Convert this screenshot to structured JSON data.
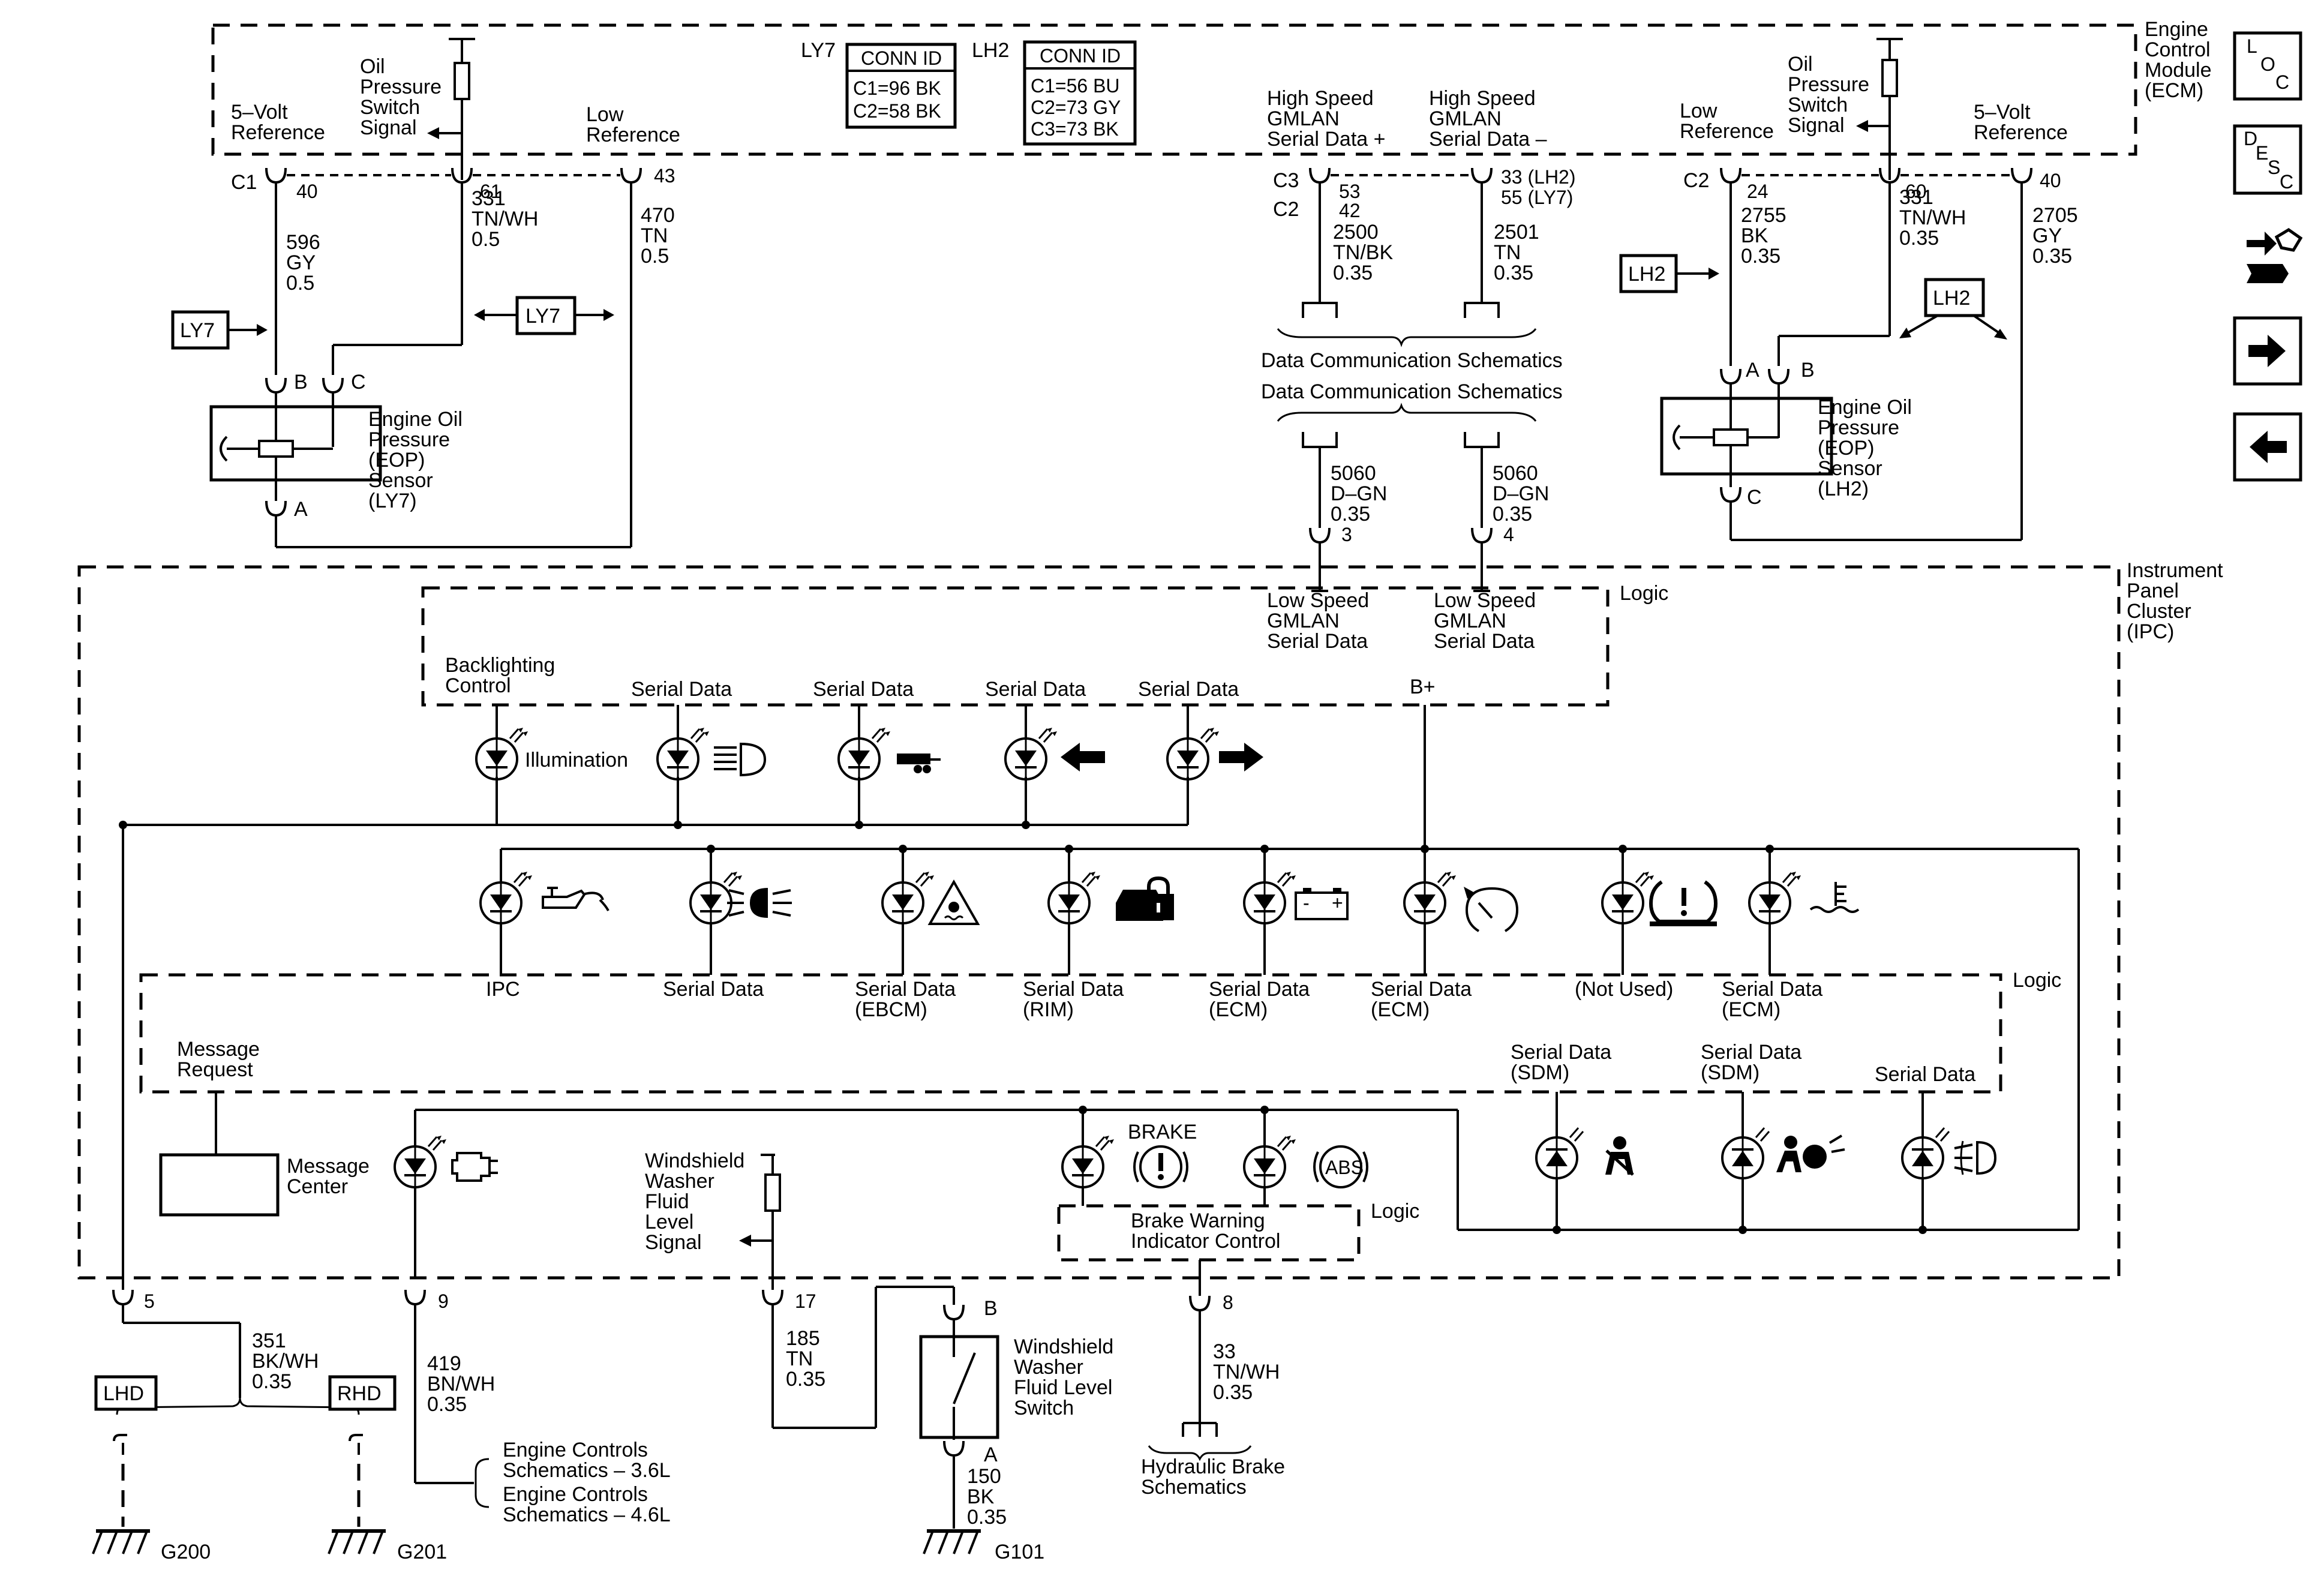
{
  "modules": {
    "ecm": "Engine\nControl\nModule\n(ECM)",
    "ipc": "Instrument\nPanel\nCluster\n(IPC)"
  },
  "conn_id": {
    "ly7_tag": "LY7",
    "lh2_tag": "LH2",
    "title": "CONN ID",
    "ly7_rows": [
      "C1=96 BK",
      "C2=58 BK"
    ],
    "lh2_rows": [
      "C1=56 BU",
      "C2=73 GY",
      "C3=73 BK"
    ]
  },
  "left_ecm": {
    "five_volt": "5–Volt\nReference",
    "oil_switch": "Oil\nPressure\nSwitch\nSignal",
    "low_ref": "Low\nReference",
    "conn": "C1",
    "pin40": "40",
    "pin61": "61",
    "pin43": "43",
    "wire596": "596\nGY\n0.5",
    "wire331": "331\nTN/WH\n0.5",
    "wire470": "470\nTN\n0.5",
    "ly7_a": "LY7",
    "ly7_b": "LY7",
    "sensor": "Engine Oil\nPressure\n(EOP)\nSensor\n(LY7)",
    "pinB": "B",
    "pinC": "C",
    "pinA": "A"
  },
  "gmlan": {
    "hs_plus": "High Speed\nGMLAN\nSerial Data +",
    "hs_minus": "High Speed\nGMLAN\nSerial Data –",
    "c3": "C3",
    "c2": "C2",
    "pin53": "53",
    "pin42": "42",
    "pin33": "33 (LH2)",
    "pin55": "55 (LY7)",
    "wire2500": "2500\nTN/BK\n0.35",
    "wire2501": "2501\nTN\n0.35",
    "dcs1": "Data Communication Schematics",
    "dcs2": "Data Communication Schematics",
    "wire5060a": "5060\nD–GN\n0.35",
    "wire5060b": "5060\nD–GN\n0.35",
    "pin3": "3",
    "pin4": "4",
    "ls1": "Low Speed\nGMLAN\nSerial Data",
    "ls2": "Low Speed\nGMLAN\nSerial Data"
  },
  "right_ecm": {
    "low_ref": "Low\nReference",
    "oil_switch": "Oil\nPressure\nSwitch\nSignal",
    "five_volt": "5–Volt\nReference",
    "conn": "C2",
    "pin24": "24",
    "pin60": "60",
    "pin40": "40",
    "wire2755": "2755\nBK\n0.35",
    "wire331": "331\nTN/WH\n0.35",
    "wire2705": "2705\nGY\n0.35",
    "lh2_a": "LH2",
    "lh2_b": "LH2",
    "sensor": "Engine Oil\nPressure\n(EOP)\nSensor\n(LH2)",
    "pinA": "A",
    "pinB": "B",
    "pinC": "C"
  },
  "ipc_top": {
    "logic": "Logic",
    "backlight": "Backlighting\nControl",
    "illumination": "Illumination",
    "sd1": "Serial Data",
    "sd2": "Serial Data",
    "sd3": "Serial Data",
    "sd4": "Serial Data",
    "bplus": "B+"
  },
  "ipc_mid": {
    "logic": "Logic",
    "labels": [
      "IPC",
      "Serial Data",
      "Serial Data\n(EBCM)",
      "Serial Data\n(RIM)",
      "Serial Data\n(ECM)",
      "Serial Data\n(ECM)",
      "(Not Used)",
      "Serial Data\n(ECM)"
    ],
    "msg_request": "Message\nRequest",
    "msg_center": "Message\nCenter",
    "sdm1": "Serial Data\n(SDM)",
    "sdm2": "Serial Data\n(SDM)",
    "sd_right": "Serial Data"
  },
  "ipc_bottom": {
    "brake": "BRAKE",
    "abs": "ABS",
    "logic": "Logic",
    "brake_ctrl": "Brake Warning\nIndicator Control",
    "washer_signal": "Windshield\nWasher\nFluid\nLevel\nSignal"
  },
  "bottom": {
    "pin5": "5",
    "pin9": "9",
    "pin17": "17",
    "pin8": "8",
    "wire351": "351\nBK/WH\n0.35",
    "lhd": "LHD",
    "rhd": "RHD",
    "g200": "G200",
    "g201": "G201",
    "wire419": "419\nBN/WH\n0.35",
    "ec36": "Engine Controls\nSchematics – 3.6L",
    "ec46": "Engine Controls\nSchematics – 4.6L",
    "wire185": "185\nTN\n0.35",
    "switch": "Windshield\nWasher\nFluid Level\nSwitch",
    "swB": "B",
    "swA": "A",
    "wire150": "150\nBK\n0.35",
    "g101": "G101",
    "wire33": "33\nTN/WH\n0.35",
    "hyd": "Hydraulic Brake\nSchematics"
  },
  "nav": {
    "loc": [
      "L",
      "O",
      "C"
    ],
    "desc": [
      "D",
      "E",
      "S",
      "C"
    ]
  },
  "icons": [
    "oil-can-icon",
    "headlamp-icon",
    "traction-off-icon",
    "security-lock-car-icon",
    "battery-icon",
    "cruise-speedometer-icon",
    "tire-pressure-icon",
    "coolant-temperature-icon",
    "high-beam-icon",
    "trailer-icon",
    "left-turn-arrow-icon",
    "right-turn-arrow-icon",
    "check-engine-icon",
    "brake-warning-icon",
    "abs-icon",
    "seatbelt-icon",
    "airbag-icon",
    "fog-lamp-icon",
    "ground-icon",
    "location-icon",
    "description-icon",
    "connector-icon",
    "next-page-arrow-icon",
    "previous-page-arrow-icon"
  ]
}
